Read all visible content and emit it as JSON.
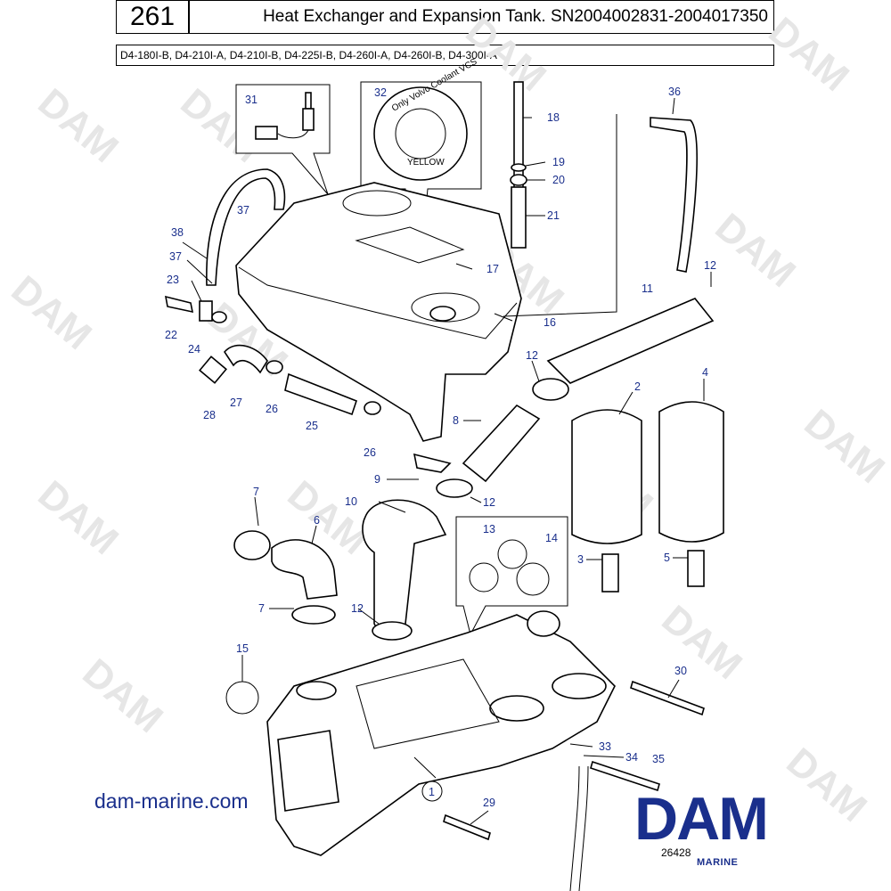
{
  "header": {
    "page_number": "261",
    "title": "Heat Exchanger and Expansion Tank. SN2004002831-2004017350",
    "models": "D4-180I-B, D4-210I-A, D4-210I-B, D4-225I-B, D4-260I-A, D4-260I-B, D4-300I-A"
  },
  "watermark": {
    "text": "DAM"
  },
  "inset": {
    "cap_text_1": "Only Volvo Coolant VCS",
    "cap_text_2": "YELLOW"
  },
  "callouts": [
    "31",
    "32",
    "18",
    "19",
    "20",
    "21",
    "36",
    "37",
    "38",
    "37",
    "23",
    "22",
    "24",
    "17",
    "16",
    "12",
    "11",
    "27",
    "28",
    "26",
    "25",
    "26",
    "8",
    "12",
    "2",
    "4",
    "9",
    "10",
    "12",
    "7",
    "6",
    "13",
    "14",
    "3",
    "5",
    "7",
    "12",
    "15",
    "30",
    "33",
    "34",
    "35",
    "1",
    "29"
  ],
  "footer": {
    "website": "dam-marine.com",
    "diagram_code": "26428",
    "brand": "DAM",
    "brand_sub": "MARINE"
  },
  "colors": {
    "accent": "#1a2f8c",
    "watermark": "#e6e6e6"
  }
}
